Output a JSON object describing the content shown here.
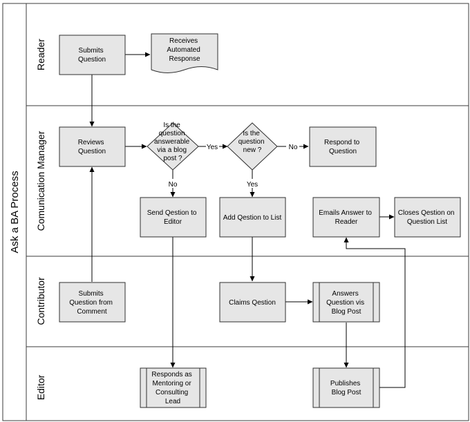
{
  "pool": {
    "title": "Ask a BA Process"
  },
  "lanes": {
    "reader": "Reader",
    "communication_manager": "Comunication Manager",
    "contributor": "Contributor",
    "editor": "Editor"
  },
  "nodes": {
    "submits_question": [
      "Submits",
      "Question"
    ],
    "receives_response": [
      "Receives",
      "Automated",
      "Response"
    ],
    "reviews_question": [
      "Reviews",
      "Question"
    ],
    "decision_answerable": [
      "Is the",
      "question",
      "answerable",
      "via a blog",
      "post ?"
    ],
    "decision_new": [
      "Is the",
      "question",
      "new ?"
    ],
    "respond_to_question": [
      "Respond to",
      "Question"
    ],
    "send_question_to_editor": [
      "Send Qestion to",
      "Editor"
    ],
    "add_question_to_list": [
      "Add Qestion to List"
    ],
    "emails_answer": [
      "Emails Answer to",
      "Reader"
    ],
    "closes_question": [
      "Closes Qestion on",
      "Question List"
    ],
    "submits_from_comment": [
      "Submits",
      "Question from",
      "Comment"
    ],
    "claims_question": [
      "Claims Qestion"
    ],
    "answers_question": [
      "Answers",
      "Question vis",
      "Blog Post"
    ],
    "responds_as_lead": [
      "Responds as",
      "Mentoring or",
      "Consulting",
      "Lead"
    ],
    "publishes_blog_post": [
      "Publishes",
      "Blog Post"
    ]
  },
  "edge_labels": {
    "answerable_yes": "Yes",
    "answerable_no": "No",
    "new_yes": "Yes",
    "new_no": "No"
  },
  "colors": {
    "box_fill": "#e6e6e6",
    "stroke": "#2f2f2f",
    "background": "#ffffff"
  }
}
